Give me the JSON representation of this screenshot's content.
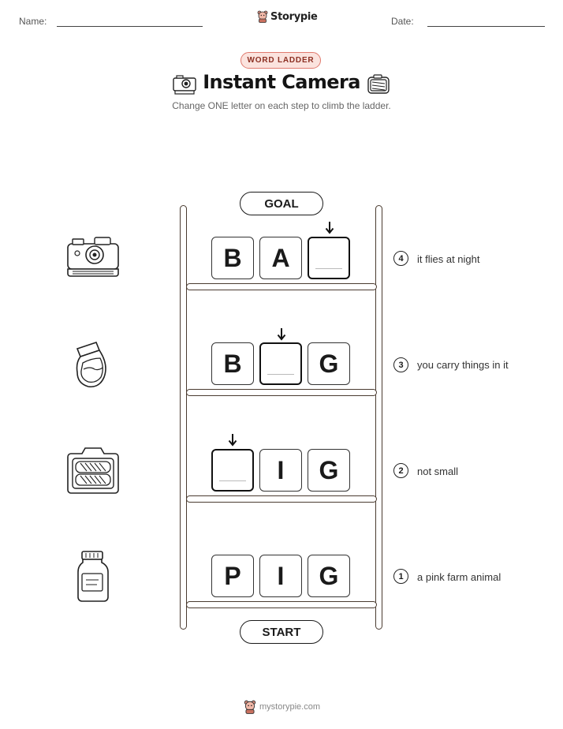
{
  "header": {
    "name_label": "Name:",
    "date_label": "Date:",
    "brand": "Storypie"
  },
  "badge": "WORD LADDER",
  "title": "Instant Camera",
  "subtitle": "Change ONE letter on each step to climb the ladder.",
  "ladder": {
    "goal_label": "GOAL",
    "start_label": "START",
    "rows": [
      {
        "step": "4",
        "letters": [
          "B",
          "A",
          ""
        ],
        "clue": "it flies at night",
        "picture_icon": "instant-camera-icon"
      },
      {
        "step": "3",
        "letters": [
          "B",
          "",
          "G"
        ],
        "clue": "you carry things in it",
        "picture_icon": "pouch-icon"
      },
      {
        "step": "2",
        "letters": [
          "",
          "I",
          "G"
        ],
        "clue": "not small",
        "picture_icon": "film-camera-icon"
      },
      {
        "step": "1",
        "letters": [
          "P",
          "I",
          "G"
        ],
        "clue": "a pink farm animal",
        "picture_icon": "jar-icon"
      }
    ]
  },
  "footer": "mystorypie.com",
  "colors": {
    "badge_border": "#e07a6e",
    "badge_fill": "#fbe3de",
    "ladder": "#4a3b30"
  }
}
